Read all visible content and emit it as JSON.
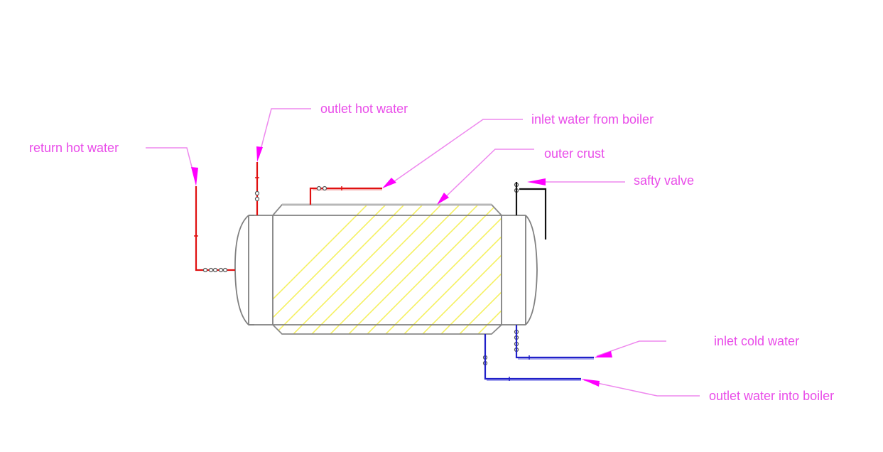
{
  "diagram": {
    "title": "Hot water storage tank schematic",
    "colors": {
      "label": "#e94ce9",
      "leader": "#ee88ee",
      "arrow": "#ff00ff",
      "hot_pipe": "#e01010",
      "cold_pipe": "#2020c8",
      "vessel": "#808080",
      "hatch": "#f5f060",
      "safety_pipe": "#111111"
    },
    "labels": {
      "outlet_hot_water": "outlet hot water",
      "return_hot_water": "return hot water",
      "inlet_water_from_boiler": "inlet water from boiler",
      "outer_crust": "outer crust",
      "safty_valve": "safty valve",
      "inlet_cold_water": "inlet cold water",
      "outlet_water_into_boiler": "outlet water into boiler"
    }
  }
}
